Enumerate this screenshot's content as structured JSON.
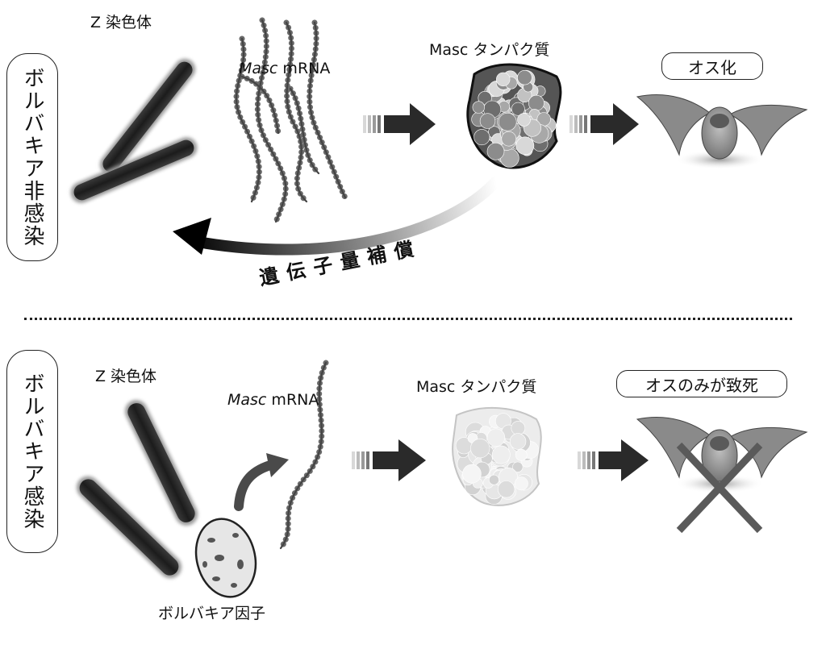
{
  "top_panel": {
    "side_label": "ボルバキア非感染",
    "chromosome_label": "Z 染色体",
    "mrna_label_italic": "Masc",
    "mrna_label_rest": " mRNA",
    "protein_label": "Masc タンパク質",
    "outcome_label": "オス化",
    "feedback_label": "遺伝子量補償"
  },
  "bottom_panel": {
    "side_label": "ボルバキア感染",
    "chromosome_label": "Z 染色体",
    "mrna_label_italic": "Masc",
    "mrna_label_rest": " mRNA",
    "protein_label": "Masc タンパク質",
    "outcome_label": "オスのみが致死",
    "factor_label": "ボルバキア因子"
  },
  "colors": {
    "outline": "#222222",
    "arrow_dark": "#2a2a2a",
    "mrna": "#666666",
    "protein_dark": "#888888",
    "protein_light": "#dcdcdc",
    "cross": "#555555"
  }
}
